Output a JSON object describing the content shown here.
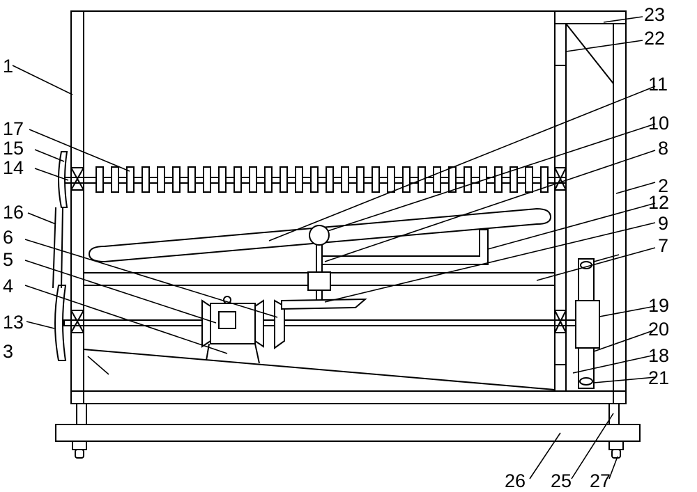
{
  "diagram": {
    "callouts": [
      {
        "id": "c1",
        "text": "1"
      },
      {
        "id": "c2",
        "text": "2"
      },
      {
        "id": "c3",
        "text": "3"
      },
      {
        "id": "c4",
        "text": "4"
      },
      {
        "id": "c5",
        "text": "5"
      },
      {
        "id": "c6",
        "text": "6"
      },
      {
        "id": "c7",
        "text": "7"
      },
      {
        "id": "c8",
        "text": "8"
      },
      {
        "id": "c9",
        "text": "9"
      },
      {
        "id": "c10",
        "text": "10"
      },
      {
        "id": "c11",
        "text": "11"
      },
      {
        "id": "c12",
        "text": "12"
      },
      {
        "id": "c13",
        "text": "13"
      },
      {
        "id": "c14",
        "text": "14"
      },
      {
        "id": "c15",
        "text": "15"
      },
      {
        "id": "c16",
        "text": "16"
      },
      {
        "id": "c17",
        "text": "17"
      },
      {
        "id": "c18",
        "text": "18"
      },
      {
        "id": "c19",
        "text": "19"
      },
      {
        "id": "c20",
        "text": "20"
      },
      {
        "id": "c21",
        "text": "21"
      },
      {
        "id": "c22",
        "text": "22"
      },
      {
        "id": "c23",
        "text": "23"
      },
      {
        "id": "c25",
        "text": "25"
      },
      {
        "id": "c26",
        "text": "26"
      },
      {
        "id": "c27",
        "text": "27"
      }
    ]
  }
}
